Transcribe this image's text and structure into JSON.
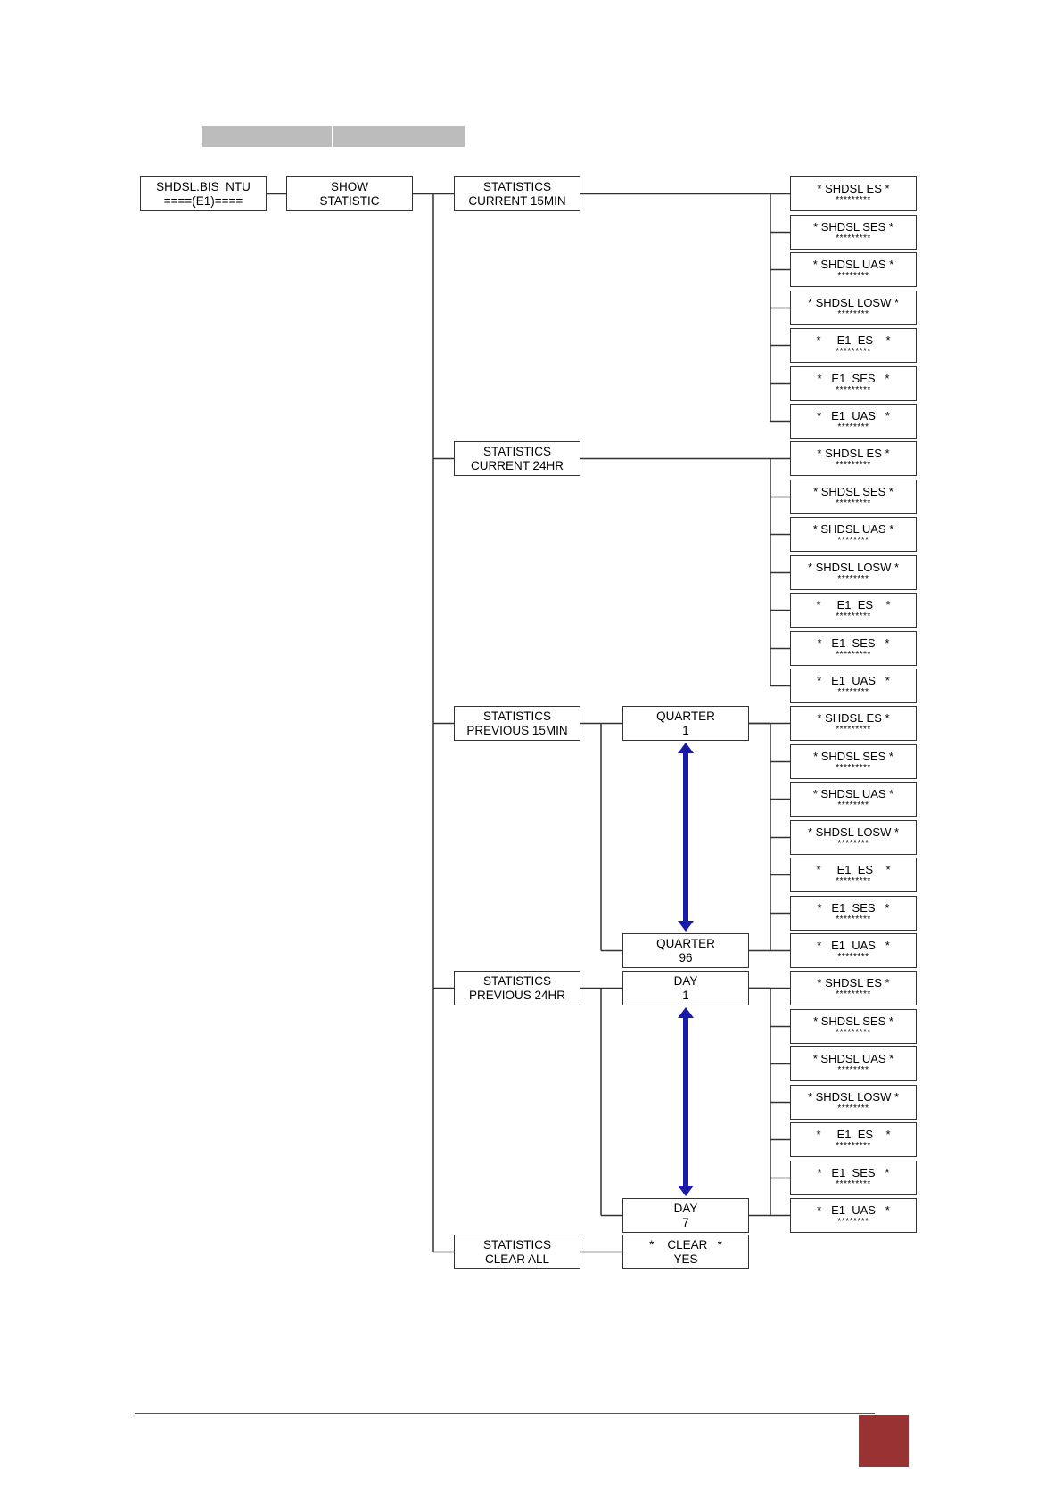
{
  "colors": {
    "page_tab": "#993333",
    "arrow": "#1a1aa8",
    "header_bar": "#bcbcbc"
  },
  "root": {
    "line1": "SHDSL.BIS  NTU",
    "line2": "====(E1)===="
  },
  "show": {
    "line1": "SHOW",
    "line2": "STATISTIC"
  },
  "sections": [
    {
      "line1": "STATISTICS",
      "line2": "CURRENT 15MIN"
    },
    {
      "line1": "STATISTICS",
      "line2": "CURRENT 24HR"
    },
    {
      "line1": "STATISTICS",
      "line2": "PREVIOUS 15MIN"
    },
    {
      "line1": "STATISTICS",
      "line2": "PREVIOUS 24HR"
    },
    {
      "line1": "STATISTICS",
      "line2": "CLEAR ALL"
    }
  ],
  "selectors": [
    {
      "line1": "QUARTER",
      "line2": "1"
    },
    {
      "line1": "QUARTER",
      "line2": "96"
    },
    {
      "line1": "DAY",
      "line2": "1"
    },
    {
      "line1": "DAY",
      "line2": "7"
    },
    {
      "line1": "*    CLEAR   *",
      "line2": "YES"
    }
  ],
  "counters": [
    {
      "line1": "* SHDSL ES *",
      "line2": "*********"
    },
    {
      "line1": "* SHDSL SES *",
      "line2": "*********"
    },
    {
      "line1": "* SHDSL UAS *",
      "line2": "********"
    },
    {
      "line1": "* SHDSL LOSW *",
      "line2": "********"
    },
    {
      "line1": "*     E1  ES    *",
      "line2": "*********"
    },
    {
      "line1": "*   E1  SES   *",
      "line2": "*********"
    },
    {
      "line1": "*   E1  UAS   *",
      "line2": "********"
    }
  ]
}
